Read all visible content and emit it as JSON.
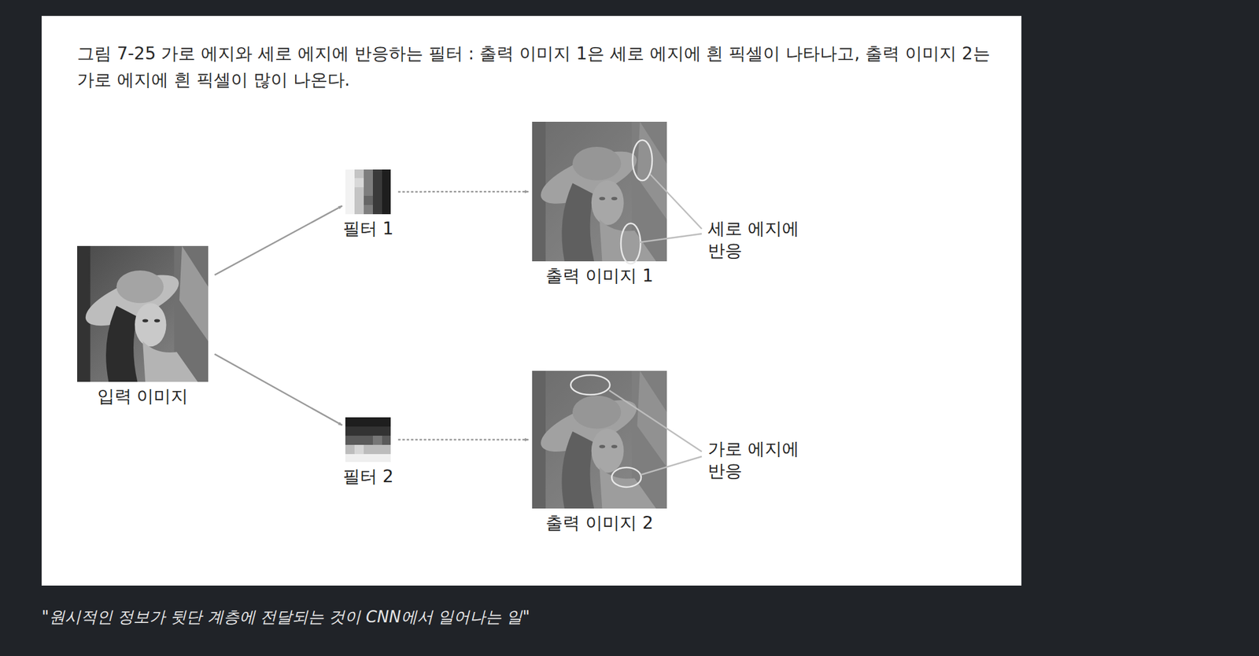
{
  "diagram": {
    "title": "그림 7-25 가로 에지와 세로 에지에 반응하는 필터 : 출력 이미지 1은 세로 에지에 흰 픽셀이 나타나고, 출력 이미지 2는 가로 에지에 흰 픽셀이 많이 나온다.",
    "caption": "\"원시적인 정보가 뒷단 계층에 전달되는 것이 CNN에서 일어나는 일\"",
    "nodes": [
      {
        "text": [
          "입력 이미지"
        ]
      },
      {
        "text": [
          "필터 1"
        ]
      },
      {
        "text": [
          "출력 이미지 1"
        ]
      },
      {
        "text": [
          "필터 2"
        ]
      },
      {
        "text": [
          "출력 이미지 2"
        ]
      }
    ],
    "edges": [
      {
        "from": 0,
        "to": 1,
        "arrow": "to"
      },
      {
        "from": 1,
        "to": 2,
        "arrow": "to"
      },
      {
        "from": 0,
        "to": 3,
        "arrow": "to"
      },
      {
        "from": 3,
        "to": 4,
        "arrow": "to"
      }
    ],
    "labels": [
      "세로 에지에 반응",
      "가로 에지에 반응"
    ]
  }
}
